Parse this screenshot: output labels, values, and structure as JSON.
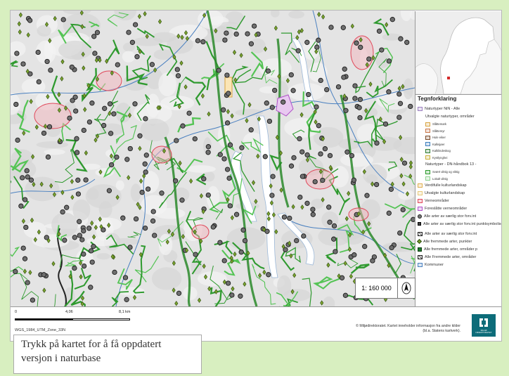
{
  "map": {
    "legend": {
      "title": "Tegnforklaring",
      "items": [
        {
          "label": "Naturtyper NiN - Alle",
          "symbol": "box",
          "color": "#9b7fc0",
          "level": "top"
        },
        {
          "label": "Utvalgte naturtyper, områder",
          "symbol": "none",
          "color": "",
          "level": "head"
        },
        {
          "label": "Slåttemark",
          "symbol": "box",
          "color": "#d9a441",
          "level": "sub"
        },
        {
          "label": "Slåttemyr",
          "symbol": "box",
          "color": "#c9784b",
          "level": "sub"
        },
        {
          "label": "Hule eiker",
          "symbol": "box",
          "color": "#7a4a2a",
          "level": "sub"
        },
        {
          "label": "Kalksjøer",
          "symbol": "box",
          "color": "#3d7fbf",
          "level": "sub"
        },
        {
          "label": "Kalklindeskog",
          "symbol": "box",
          "color": "#2e7d32",
          "level": "sub"
        },
        {
          "label": "Kystlynghei",
          "symbol": "box",
          "color": "#c9b03a",
          "level": "sub"
        },
        {
          "label": "Naturtyper - DN-håndbok 13 -",
          "symbol": "none",
          "color": "",
          "level": "head"
        },
        {
          "label": "Svært viktig og viktig",
          "symbol": "box",
          "color": "#2a9a2a",
          "level": "sub"
        },
        {
          "label": "Lokalt viktig",
          "symbol": "box",
          "color": "#8fd18f",
          "level": "sub"
        },
        {
          "label": "Verdifulle kulturlandskap",
          "symbol": "box",
          "color": "#e0b050",
          "level": "top"
        },
        {
          "label": "Utvalgte kulturlandskap",
          "symbol": "box",
          "color": "#e8c878",
          "level": "top"
        },
        {
          "label": "Verneområder",
          "symbol": "box",
          "color": "#e0485a",
          "level": "top"
        },
        {
          "label": "Foreslåtte verneområder",
          "symbol": "box",
          "color": "#b04fc8",
          "level": "top"
        },
        {
          "label": "Alle arter av særlig stor forv.int",
          "symbol": "dot",
          "color": "#777777",
          "level": "top"
        },
        {
          "label": "Alle arter av særlig stor forv.int punktsymbolisert",
          "symbol": "square",
          "color": "#444444",
          "level": "top"
        },
        {
          "label": "Alle arter av særlig stor forv.int",
          "symbol": "hatch",
          "color": "#333333",
          "level": "top"
        },
        {
          "label": "Alle fremmede arter, punkter",
          "symbol": "diamond",
          "color": "#7aa22e",
          "level": "top"
        },
        {
          "label": "Alle fremmede arter, områder p",
          "symbol": "gsquare",
          "color": "#1f7a2e",
          "level": "top"
        },
        {
          "label": "Alle Fremmede arter, områder",
          "symbol": "hatch",
          "color": "#555555",
          "level": "top"
        },
        {
          "label": "Kommuner",
          "symbol": "box",
          "color": "#4a80c0",
          "level": "top"
        }
      ]
    },
    "scale": {
      "ratio": "1: 160 000",
      "ticks": [
        "0",
        "4,06",
        "8,1 km"
      ]
    },
    "projection": "WGS_1984_UTM_Zone_33N",
    "copyright": "© Miljødirektoratet. Kartet inneholder informasjon fra andre kilder (bl.a. Statens kartverk).",
    "logo_text": "MILJØ DIREKTORATET",
    "colors": {
      "vegetation": "#2f9a2f",
      "protected": "#e0485a",
      "species_point": "#6f6f6f",
      "alien_point": "#7aa22e",
      "boundary": "#4a80c0",
      "terrain": "#e2e2e2"
    }
  },
  "caption": "Trykk på kartet for å få oppdatert versjon i naturbase"
}
